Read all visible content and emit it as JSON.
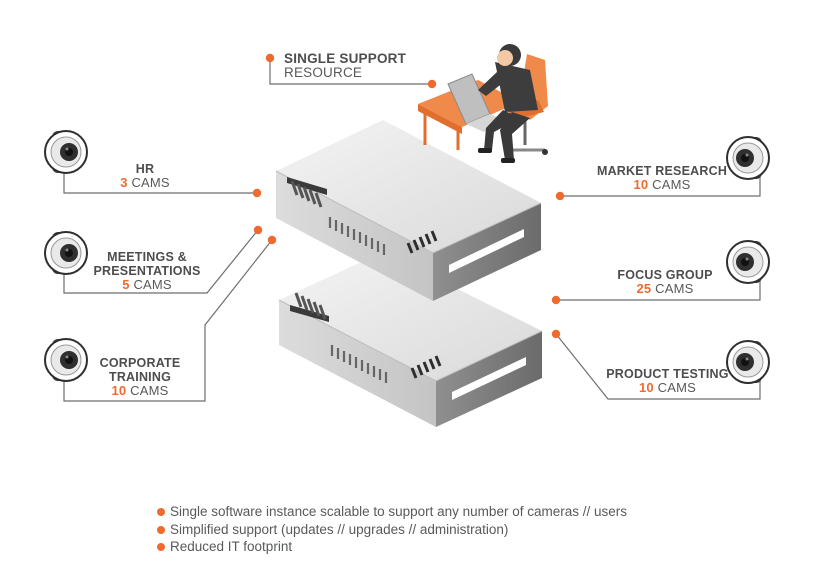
{
  "support": {
    "title": "SINGLE SUPPORT",
    "subtitle": "RESOURCE"
  },
  "left_groups": [
    {
      "name": "HR",
      "count": "3",
      "unit": "CAMS"
    },
    {
      "name": "MEETINGS &",
      "name2": "PRESENTATIONS",
      "count": "5",
      "unit": "CAMS"
    },
    {
      "name": "CORPORATE",
      "name2": "TRAINING",
      "count": "10",
      "unit": "CAMS"
    }
  ],
  "right_groups": [
    {
      "name": "MARKET RESEARCH",
      "count": "10",
      "unit": "CAMS"
    },
    {
      "name": "FOCUS GROUP",
      "count": "25",
      "unit": "CAMS"
    },
    {
      "name": "PRODUCT TESTING",
      "count": "10",
      "unit": "CAMS"
    }
  ],
  "bullets": [
    "Single software instance scalable to support any number of cameras // users",
    "Simplified support (updates // upgrades // administration)",
    "Reduced IT footprint"
  ],
  "colors": {
    "accent": "#ee6b2f",
    "line": "#6d6e71",
    "text": "#58595b"
  },
  "icons": [
    "camera-icon",
    "server-icon",
    "person-at-desk-icon"
  ]
}
